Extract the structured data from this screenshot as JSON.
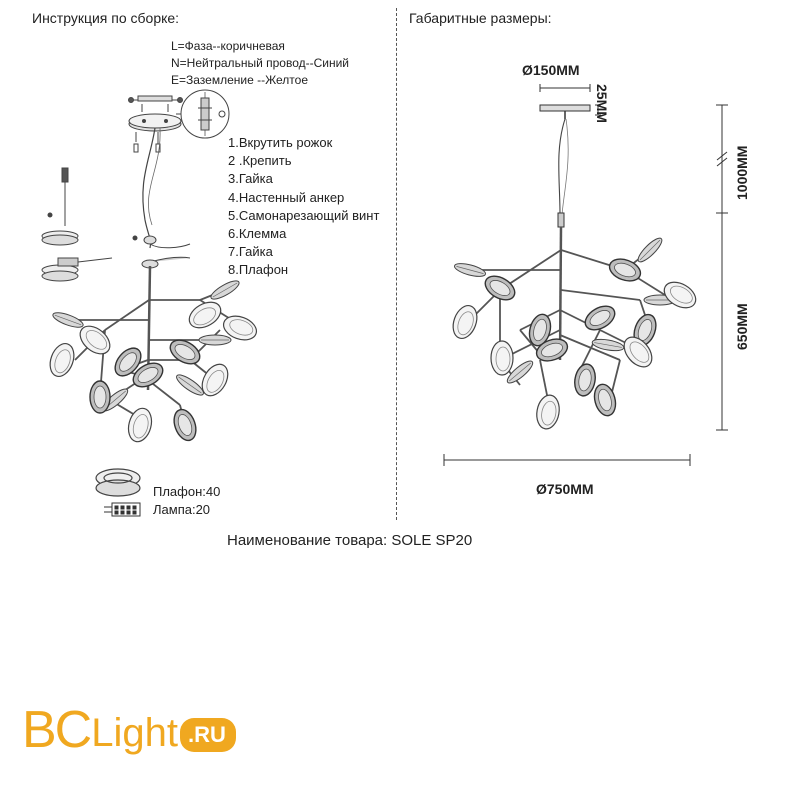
{
  "headers": {
    "assembly": "Инструкция по сборке:",
    "dimensions": "Габаритные размеры:"
  },
  "wiring": [
    "L=Фаза--коричневая",
    "N=Нейтральный провод--Синий",
    "E=Заземление --Желтое"
  ],
  "steps": [
    "1.Вкрутить рожок",
    "2 .Крепить",
    "3.Гайка",
    "4.Настенный анкер",
    "5.Самонарезающий винт",
    "6.Клемма",
    "7.Гайка",
    "8.Плафон"
  ],
  "quantities": {
    "shade": "Плафон:40",
    "lamp": "Лампа:20"
  },
  "dimension_labels": {
    "canopy_diameter": "Ø150MM",
    "canopy_height": "25MM",
    "cable_length": "1000MM",
    "body_height": "650MM",
    "total_diameter": "Ø750MM"
  },
  "product_name": "Наименование товара: SOLE SP20",
  "logo": {
    "bc": "BC",
    "light": "Light",
    "ru": ".RU"
  }
}
